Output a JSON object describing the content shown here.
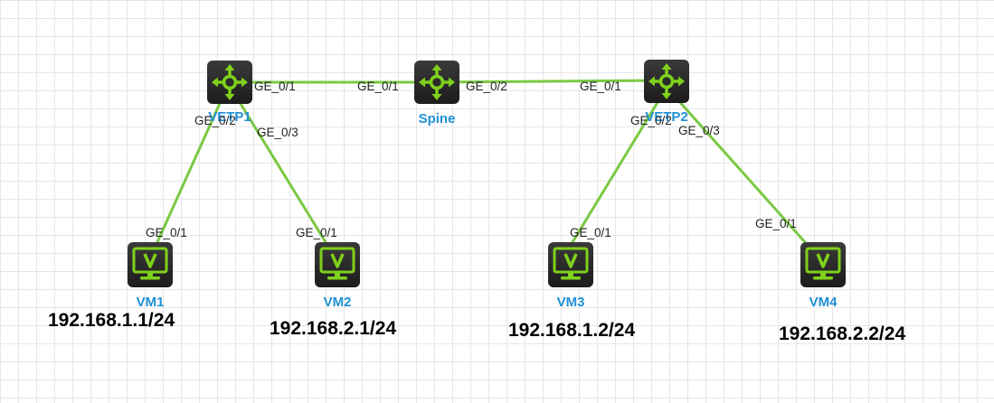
{
  "colors": {
    "link": "#7ac943",
    "node_label": "#1e90d6",
    "icon_body": "#2b2b2b",
    "icon_accent": "#7fd11b"
  },
  "nodes": {
    "vtep1": {
      "label": "VETP1",
      "icon": "router-icon"
    },
    "spine": {
      "label": "Spine",
      "icon": "router-icon"
    },
    "vtep2": {
      "label": "VETP2",
      "icon": "router-icon"
    },
    "vm1": {
      "label": "VM1",
      "icon": "vm-monitor-icon",
      "ip": "192.168.1.1/24"
    },
    "vm2": {
      "label": "VM2",
      "icon": "vm-monitor-icon",
      "ip": "192.168.2.1/24"
    },
    "vm3": {
      "label": "VM3",
      "icon": "vm-monitor-icon",
      "ip": "192.168.1.2/24"
    },
    "vm4": {
      "label": "VM4",
      "icon": "vm-monitor-icon",
      "ip": "192.168.2.2/24"
    }
  },
  "links": [
    {
      "from": "vtep1",
      "to": "spine",
      "from_port": "GE_0/1",
      "to_port": "GE_0/1"
    },
    {
      "from": "spine",
      "to": "vtep2",
      "from_port": "GE_0/2",
      "to_port": "GE_0/1"
    },
    {
      "from": "vtep1",
      "to": "vm1",
      "from_port": "GE_0/2",
      "to_port": "GE_0/1"
    },
    {
      "from": "vtep1",
      "to": "vm2",
      "from_port": "GE_0/3",
      "to_port": "GE_0/1"
    },
    {
      "from": "vtep2",
      "to": "vm3",
      "from_port": "GE_0/2",
      "to_port": "GE_0/1"
    },
    {
      "from": "vtep2",
      "to": "vm4",
      "from_port": "GE_0/3",
      "to_port": "GE_0/1"
    }
  ]
}
